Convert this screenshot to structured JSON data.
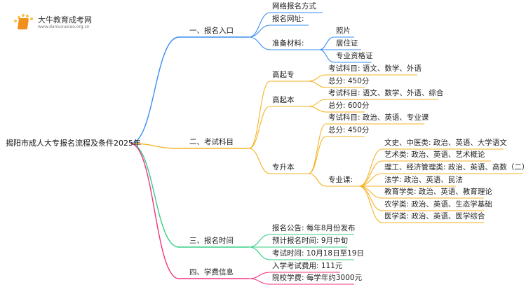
{
  "logo": {
    "name": "大牛教育成考网",
    "url": "www.daniuxueiao.org.cn"
  },
  "colors": {
    "b1": "#3a8ef0",
    "b2": "#f5b325",
    "b3": "#35cf86",
    "b4": "#f0357f"
  },
  "root": "揭阳市成人大专报名流程及条件2025年",
  "branches": [
    {
      "label": "一、报名入口",
      "children": [
        {
          "label": "网络报名方式"
        },
        {
          "label": "报名网址:"
        },
        {
          "label": "准备材料:",
          "children": [
            {
              "label": "照片"
            },
            {
              "label": "居住证"
            },
            {
              "label": "专业资格证"
            }
          ]
        }
      ]
    },
    {
      "label": "二、考试科目",
      "children": [
        {
          "label": "高起专",
          "children": [
            {
              "label": "考试科目: 语文、数学、外语"
            },
            {
              "label": "总分: 450分"
            }
          ]
        },
        {
          "label": "高起本",
          "children": [
            {
              "label": "考试科目: 语文、数学、外语、综合"
            },
            {
              "label": "总分: 600分"
            }
          ]
        },
        {
          "label": "专升本",
          "children": [
            {
              "label": "考试科目: 政治、英语、专业课"
            },
            {
              "label": "总分: 450分"
            },
            {
              "label": "专业课:",
              "children": [
                {
                  "label": "文史、中医类: 政治、英语、大学语文"
                },
                {
                  "label": "艺术类: 政治、英语、艺术概论"
                },
                {
                  "label": "理工、经济管理类: 政治、英语、高数（二）"
                },
                {
                  "label": "法学: 政治、英语、民法"
                },
                {
                  "label": "教育学类: 政治、英语、教育理论"
                },
                {
                  "label": "农学类: 政治、英语、生态学基础"
                },
                {
                  "label": "医学类: 政治、英语、医学综合"
                }
              ]
            }
          ]
        }
      ]
    },
    {
      "label": "三、报名时间",
      "children": [
        {
          "label": "报名公告: 每年8月份发布"
        },
        {
          "label": "预计报名时间: 9月中旬"
        },
        {
          "label": "考试时间: 10月18日至19日"
        }
      ]
    },
    {
      "label": "四、学费信息",
      "children": [
        {
          "label": "入学考试费用: 111元"
        },
        {
          "label": "院校学费: 每学年约3000元"
        }
      ]
    }
  ]
}
